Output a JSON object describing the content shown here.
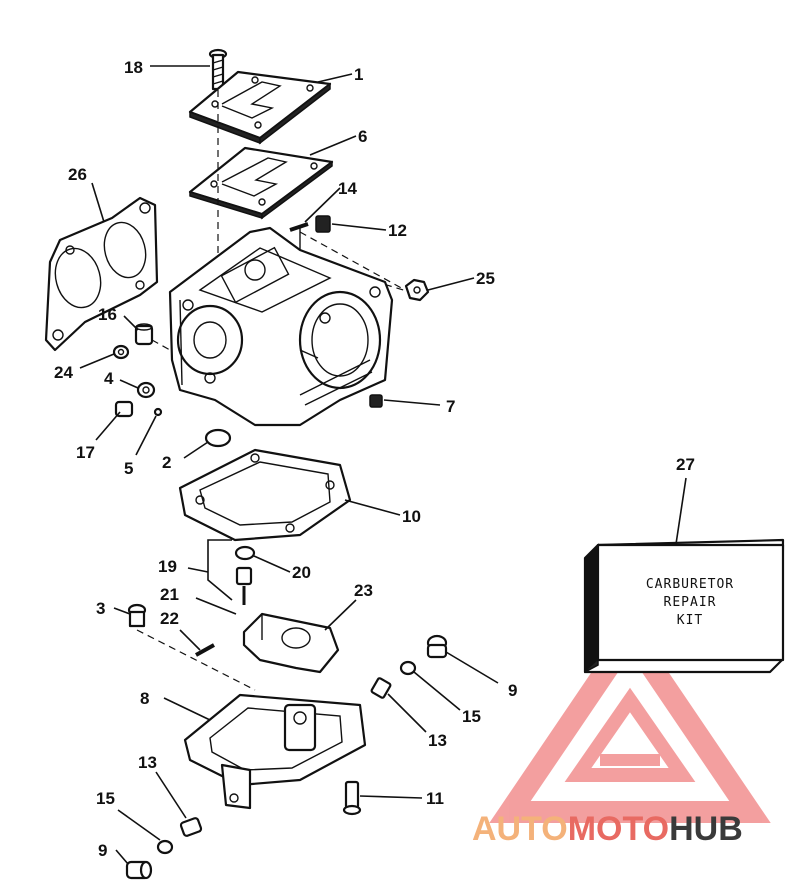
{
  "callouts": [
    "18",
    "1",
    "6",
    "26",
    "14",
    "12",
    "25",
    "16",
    "24",
    "4",
    "17",
    "5",
    "2",
    "7",
    "10",
    "27",
    "19",
    "20",
    "21",
    "3",
    "22",
    "23",
    "9",
    "8",
    "15",
    "13",
    "11",
    "15",
    "13",
    "9"
  ],
  "kit": {
    "line1": "CARBURETOR",
    "line2": "REPAIR",
    "line3": "KIT"
  },
  "watermark": {
    "part1": "AUTO",
    "part2": "MOTO",
    "part3": "HUB",
    "colors": {
      "auto": "#f4b27a",
      "moto": "#e86a62",
      "hub": "#3a3a3a",
      "triangle": "#f08080"
    }
  }
}
